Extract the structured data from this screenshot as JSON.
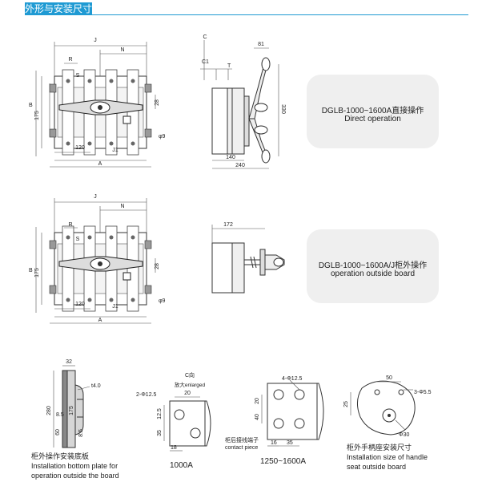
{
  "header": {
    "title": "外形与安装尺寸"
  },
  "box1": {
    "model": "DGLB-1000~1600A直接操作",
    "desc": "Direct operation"
  },
  "box2": {
    "model": "DGLB-1000~1600A/J柜外操作",
    "desc": "operation outside board"
  },
  "dims_top": {
    "J": "J",
    "N": "N",
    "R": "R",
    "S": "S",
    "B": "B",
    "d175": "175",
    "d28": "28",
    "d120": "120",
    "J1": "J1",
    "A": "A",
    "phi9": "φ9"
  },
  "dims_side1": {
    "C": "C",
    "C1": "C1",
    "T": "T",
    "d81": "81",
    "d330": "330",
    "d140": "140",
    "d240": "240"
  },
  "dims_mid": {
    "J": "J",
    "N": "N",
    "R": "R",
    "S": "S",
    "B": "B",
    "d175": "175",
    "d28": "28",
    "d120": "120",
    "J1": "J1",
    "A": "A",
    "phi9": "φ9"
  },
  "dims_side2": {
    "d172": "172"
  },
  "plate": {
    "d32": "32",
    "t4": "t4.0",
    "d280": "280",
    "d175": "175",
    "d85a": "8.5",
    "d60": "60",
    "d85b": "8.5",
    "cap_cn": "柜外操作安装底板",
    "cap_en1": "Installation bottom plate for",
    "cap_en2": "operation outside the board"
  },
  "d1000": {
    "cdir": "C向",
    "enlarged": "放大enlarged",
    "d20": "20",
    "phi": "2-Φ12.5",
    "d125": "12.5",
    "d35": "35",
    "d18": "18",
    "caption": "1000A"
  },
  "d1600": {
    "phi": "4-Φ12.5",
    "d20": "20",
    "d40": "40",
    "d16": "16",
    "d35": "35",
    "piece_cn": "柜后接线端子",
    "piece_en": "contact piece",
    "caption": "1250~1600A"
  },
  "handle": {
    "d50": "50",
    "phi55": "3-Φ5.5",
    "d25": "25",
    "phi30": "Φ30",
    "cap_cn": "柜外手柄座安装尺寸",
    "cap_en1": "Installation size of handle",
    "cap_en2": "seat outside board"
  }
}
